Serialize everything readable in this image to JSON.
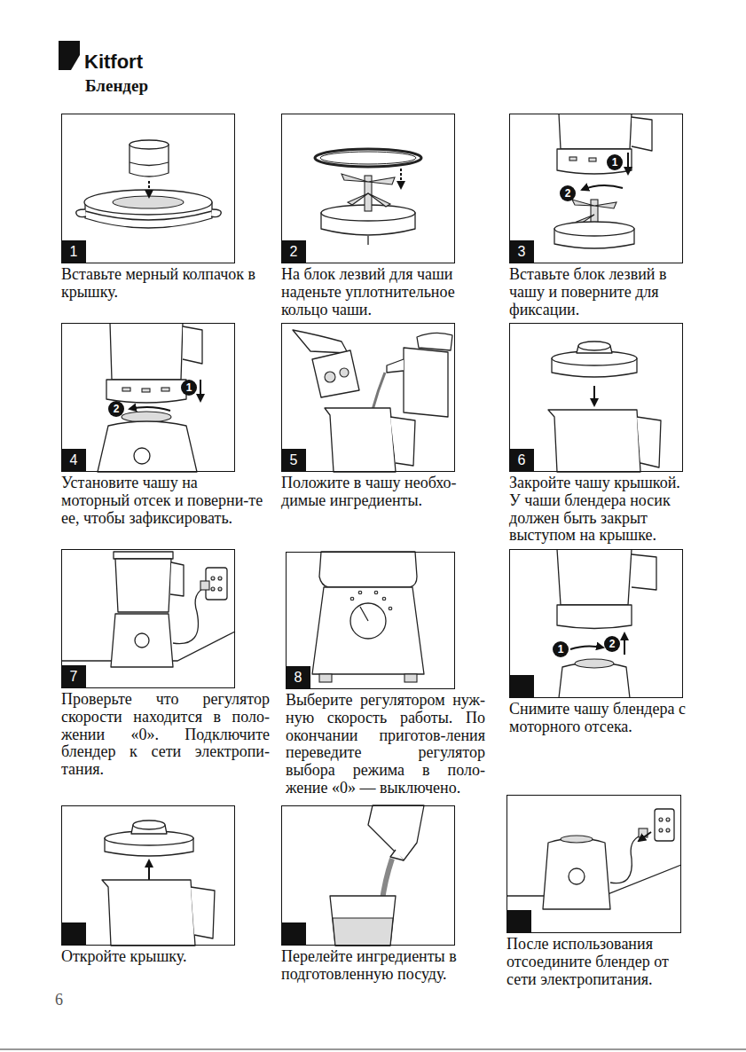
{
  "diagram": {
    "title": "Блендер",
    "nodes": [
      {
        "text": [
          "1",
          "Вставьте мерный колпачок в крышку."
        ]
      },
      {
        "text": [
          "2",
          "На блок лезвий для чаши наденьте уплотнительное кольцо чаши."
        ]
      },
      {
        "text": [
          "3",
          "Вставьте блок лезвий в чашу и поверните для фиксации."
        ]
      },
      {
        "text": [
          "4",
          "Установите чашу на моторный отсек и поверни-те ее, чтобы зафиксировать."
        ]
      },
      {
        "text": [
          "5",
          "Положите в чашу необхо-димые ингредиенты."
        ]
      },
      {
        "text": [
          "6",
          "Закройте чашу крышкой. У чаши блендера носик должен быть закрыт выступом на крышке."
        ]
      },
      {
        "text": [
          "7",
          "Проверьте что регулятор скорости находится в поло-жении «0». Подключите блендер к сети электропи-тания."
        ]
      },
      {
        "text": [
          "8",
          "Выберите регулятором нуж-ную скорость работы. По окончании приготов-ления переведите регулятор выбора режима в поло-жение «0» — выключено."
        ]
      },
      {
        "text": [
          "Снимите чашу блендера с моторного отсека."
        ]
      },
      {
        "text": [
          "Откройте крышку."
        ]
      },
      {
        "text": [
          "Перелейте ингредиенты в подготовленную посуду."
        ]
      },
      {
        "text": [
          "После использования отсоедините блендер от сети электропитания."
        ]
      }
    ],
    "labels": [
      "Kitfort",
      "1",
      "2",
      "1",
      "2",
      "1",
      "2",
      "6"
    ]
  }
}
